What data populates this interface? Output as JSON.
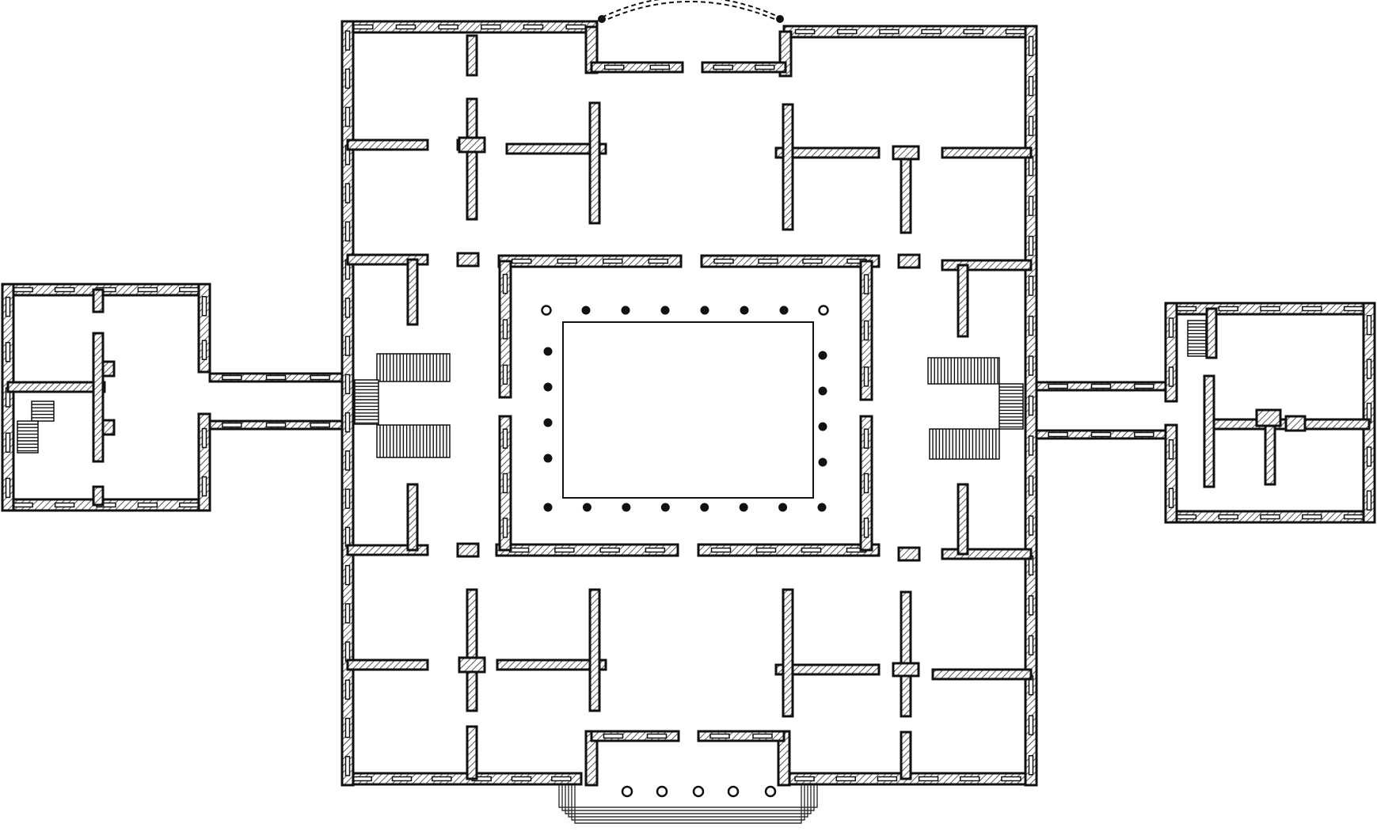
{
  "drawing": {
    "kind": "architectural floor plan",
    "ink_color": "#111111",
    "paper_color": "#ffffff",
    "hatch_color": "#555555",
    "blocks": [
      "main-block",
      "west-wing",
      "east-wing",
      "west-corridor",
      "east-corridor",
      "central-courtyard",
      "south-portico",
      "north-entrance"
    ],
    "courtyard_columns": {
      "top_row": 8,
      "bottom_row": 8,
      "left_side": 4,
      "right_side": 4
    },
    "portico_columns": 5,
    "staircases": 6,
    "text_labels": []
  }
}
